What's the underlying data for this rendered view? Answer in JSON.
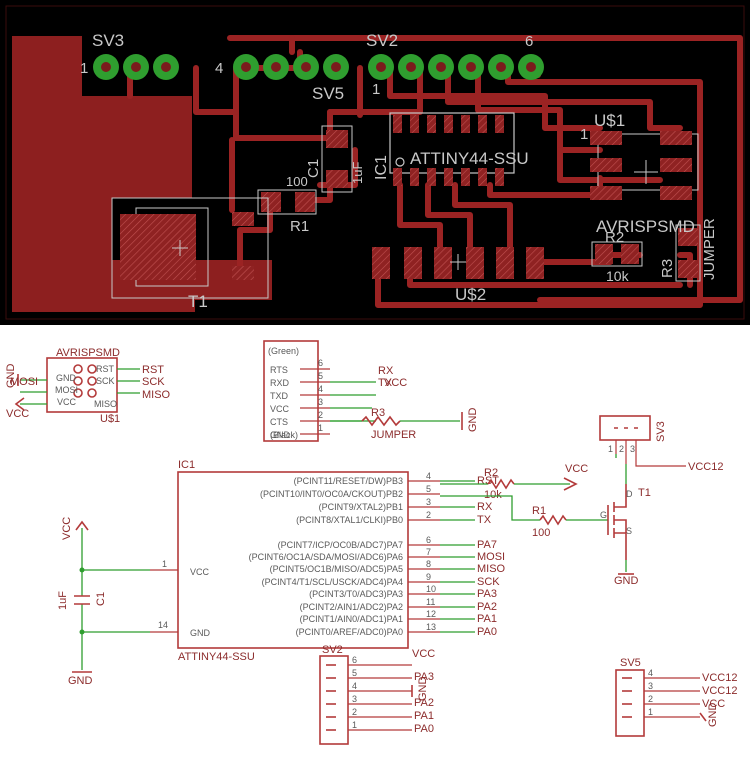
{
  "colors": {
    "board": "#000000",
    "copper": "#9b2323",
    "pad": "#a83232",
    "silk": "#c8c8c8",
    "wire": "#2f9e2f",
    "symbol": "#b33a3a",
    "label": "#8c2c2c"
  },
  "pcb": {
    "sv3": "SV3",
    "sv3_pin": "1",
    "sv2": "SV2",
    "sv2_pin1": "1",
    "sv2_pin6": "6",
    "sv5": "SV5",
    "sv5_pin4": "4",
    "c1": "C1",
    "c1_val": "1uF",
    "ic1": "IC1",
    "ic1_val": "ATTINY44-SSU",
    "r1": "R1",
    "r1_val": "100",
    "u1": "U$1",
    "u1_pin": "1",
    "u2": "U$2",
    "avr": "AVRISPSMD",
    "r2": "R2",
    "r2_val": "10k",
    "r3": "R3",
    "jumper": "JUMPER",
    "t1": "T1"
  },
  "schematic": {
    "avr": {
      "title": "AVRISPSMD",
      "ref": "U$1",
      "left_nets": [
        "GND",
        "MOSI",
        "VCC"
      ],
      "right_nets": [
        "RST",
        "SCK",
        "MISO"
      ],
      "pins_left": [
        "GND",
        "MOSI",
        "VCC"
      ],
      "pins_right": [
        "RST",
        "SCK",
        "MISO"
      ]
    },
    "ftdi": {
      "header_top": "(Green)",
      "header_bottom": "(Black)",
      "pins": [
        "RTS",
        "RXD",
        "TXD",
        "VCC",
        "CTS",
        "GND"
      ],
      "nums": [
        "6",
        "5",
        "4",
        "3",
        "2",
        "1"
      ],
      "nets": {
        "rx": "RX",
        "tx": "TX",
        "vcc": "VCC"
      }
    },
    "r3": {
      "ref": "R3",
      "val": "JUMPER",
      "gnd": "GND"
    },
    "ic1": {
      "ref": "IC1",
      "val": "ATTINY44-SSU",
      "vcc_pin": "VCC",
      "gnd_pin": "GND",
      "vcc_num": "1",
      "gnd_num": "14",
      "right_pins": [
        {
          "name": "(PCINT11/RESET/DW)PB3",
          "num": "4",
          "net": "RST"
        },
        {
          "name": "(PCINT10/INT0/OC0A/CKOUT)PB2",
          "num": "5",
          "net": ""
        },
        {
          "name": "(PCINT9/XTAL2)PB1",
          "num": "3",
          "net": "RX"
        },
        {
          "name": "(PCINT8/XTAL1/CLKI)PB0",
          "num": "2",
          "net": "TX"
        },
        {
          "name": "(PCINT7/ICP/OC0B/ADC7)PA7",
          "num": "6",
          "net": "PA7"
        },
        {
          "name": "(PCINT6/OC1A/SDA/MOSI/ADC6)PA6",
          "num": "7",
          "net": "MOSI"
        },
        {
          "name": "(PCINT5/OC1B/MISO/ADC5)PA5",
          "num": "8",
          "net": "MISO"
        },
        {
          "name": "(PCINT4/T1/SCL/USCK/ADC4)PA4",
          "num": "9",
          "net": "SCK"
        },
        {
          "name": "(PCINT3/T0/ADC3)PA3",
          "num": "10",
          "net": "PA3"
        },
        {
          "name": "(PCINT2/AIN1/ADC2)PA2",
          "num": "11",
          "net": "PA2"
        },
        {
          "name": "(PCINT1/AIN0/ADC1)PA1",
          "num": "12",
          "net": "PA1"
        },
        {
          "name": "(PCINT0/AREF/ADC0)PA0",
          "num": "13",
          "net": "PA0"
        }
      ]
    },
    "c1": {
      "ref": "C1",
      "val": "1uF",
      "vcc": "VCC",
      "gnd": "GND"
    },
    "r2": {
      "ref": "R2",
      "val": "10k",
      "vcc": "VCC"
    },
    "r1": {
      "ref": "R1",
      "val": "100"
    },
    "t1": {
      "ref": "T1",
      "gnd": "GND",
      "g": "G",
      "d": "D",
      "s": "S"
    },
    "sv3": {
      "ref": "SV3",
      "nums": [
        "1",
        "2",
        "3"
      ],
      "net": "VCC12"
    },
    "sv2": {
      "ref": "SV2",
      "nums": [
        "6",
        "5",
        "4",
        "3",
        "2",
        "1"
      ],
      "nets": [
        "VCC",
        "PA3",
        "GND",
        "PA2",
        "PA1",
        "PA0"
      ]
    },
    "sv5": {
      "ref": "SV5",
      "nums": [
        "4",
        "3",
        "2",
        "1"
      ],
      "nets": [
        "VCC12",
        "VCC12",
        "VCC",
        "GND"
      ]
    }
  }
}
